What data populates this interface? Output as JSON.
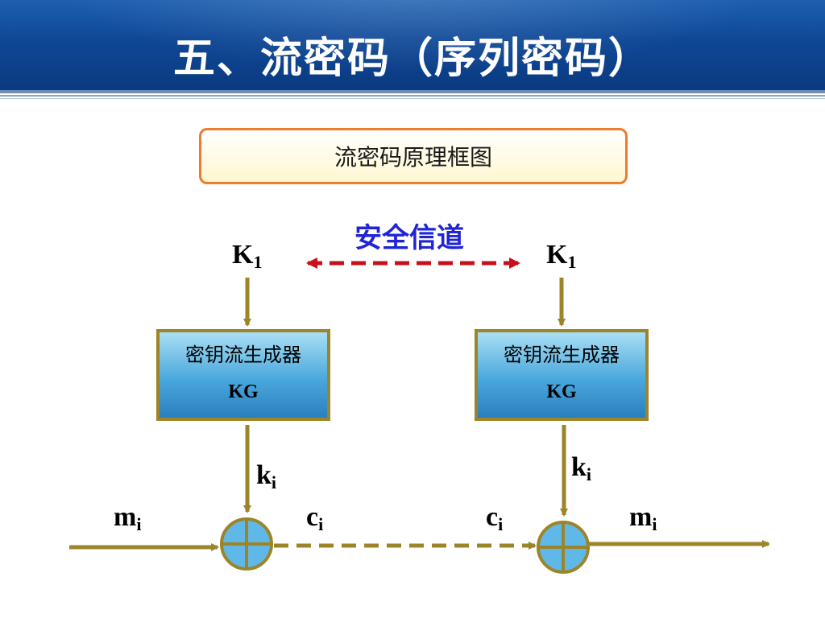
{
  "slide": {
    "title": "五、流密码（序列密码）",
    "caption": "流密码原理框图"
  },
  "diagram": {
    "secure_channel_label": "安全信道",
    "sender": {
      "key_label": "K",
      "key_sub": "1",
      "generator_name": "密钥流生成器",
      "generator_code": "KG",
      "stream_label": "k",
      "stream_sub": "i",
      "plaintext_label": "m",
      "plaintext_sub": "i",
      "cipher_label": "c",
      "cipher_sub": "i"
    },
    "receiver": {
      "key_label": "K",
      "key_sub": "1",
      "generator_name": "密钥流生成器",
      "generator_code": "KG",
      "stream_label": "k",
      "stream_sub": "i",
      "cipher_label": "c",
      "cipher_sub": "i",
      "plaintext_label": "m",
      "plaintext_sub": "i"
    }
  },
  "colors": {
    "banner": "#0f4796",
    "caption_border": "#ee7b2e",
    "arrow": "#9c8428",
    "channel_arrow": "#c8101c",
    "channel_text": "#1f24d6",
    "kg_fill": "#4aa8dc",
    "xor_fill": "#5fb8e8"
  }
}
